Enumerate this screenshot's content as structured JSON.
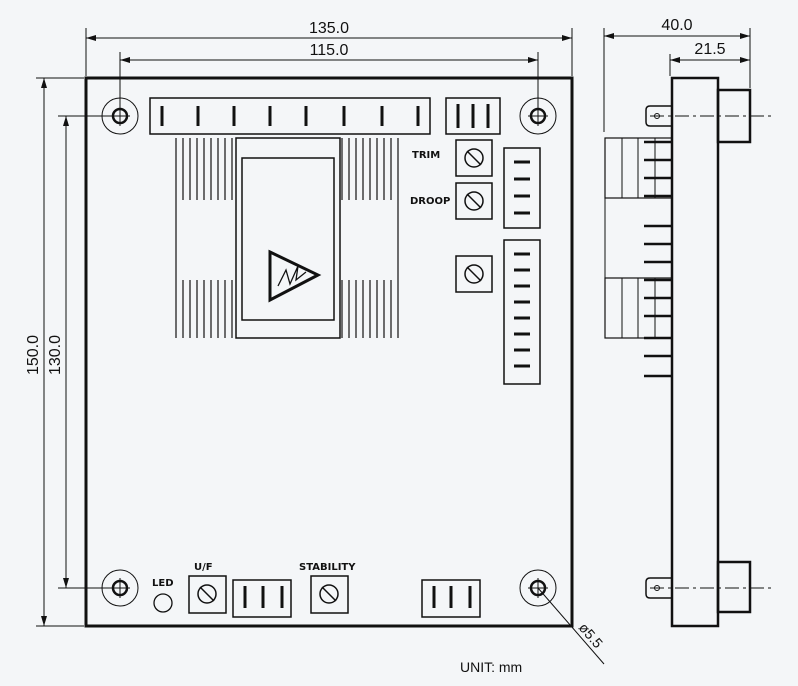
{
  "dimensions": {
    "overall_width": "135.0",
    "hole_spacing_width": "115.0",
    "overall_height": "150.0",
    "hole_spacing_height": "130.0",
    "depth": "40.0",
    "board_offset": "21.5",
    "hole_diameter": "ø5.5"
  },
  "labels": {
    "trim": "TRIM",
    "droop": "DROOP",
    "led": "LED",
    "uf": "U/F",
    "stability": "STABILITY"
  },
  "unit": "UNIT:  mm"
}
